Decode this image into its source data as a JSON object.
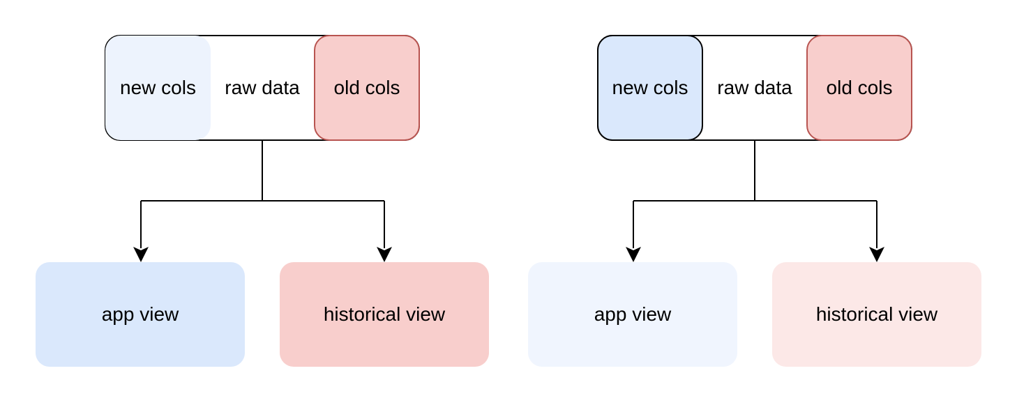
{
  "colors": {
    "new_cols_faded": "#edf3fd",
    "new_cols": "#dae8fc",
    "old_cols": "#f8cecc",
    "old_cols_border": "#b85450",
    "app_view_faded": "#f0f5fe",
    "historical_view_faded": "#fce8e7",
    "line": "#000000"
  },
  "left_diagram": {
    "source": {
      "new_cols": "new cols",
      "raw_data": "raw data",
      "old_cols": "old cols"
    },
    "targets": {
      "app_view": "app view",
      "historical_view": "historical view"
    }
  },
  "right_diagram": {
    "source": {
      "new_cols": "new cols",
      "raw_data": "raw data",
      "old_cols": "old cols"
    },
    "targets": {
      "app_view": "app view",
      "historical_view": "historical view"
    }
  }
}
